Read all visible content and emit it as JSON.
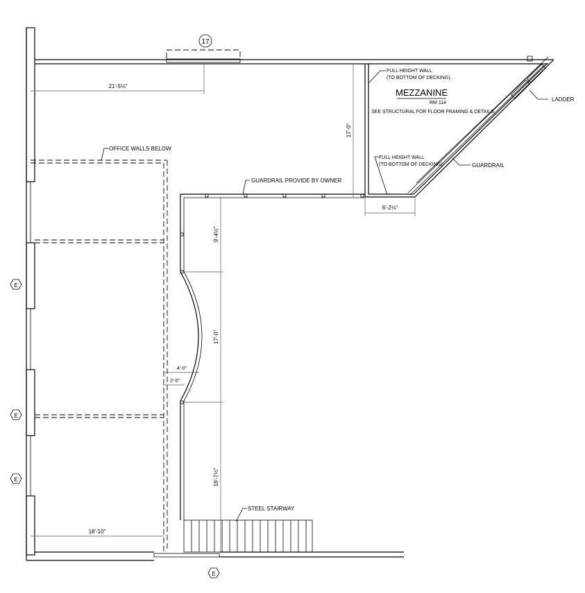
{
  "drawing": {
    "grid_tag": "17",
    "elevation_tag": "E",
    "room": {
      "name": "MEZZANINE",
      "number": "RM 114"
    },
    "notes": {
      "structural": "SEE STRUCTURAL FOR FLOOR FRAMING & DETAILS.",
      "full_height_wall_1": "FULL HEIGHT WALL",
      "full_height_wall_1b": "(TO BOTTOM OF DECKING).",
      "full_height_wall_2": "FULL HEIGHT WALL",
      "full_height_wall_2b": "(TO BOTTOM OF DECKING).",
      "ladder": "LADDER",
      "guardrail": "GUARDRAIL",
      "guardrail_owner": "GUARDRAIL PROVIDE BY OWNER",
      "office_walls": "OFFICE WALLS BELOW",
      "stairway": "STEEL STAIRWAY"
    },
    "dimensions": {
      "top_width": "21'-5½\"",
      "mezz_height": "17'-0\"",
      "mezz_bottom": "6'-2⅛\"",
      "rail_upper": "9'-4½\"",
      "rail_curve": "17'-0\"",
      "rail_lower": "18'-7½\"",
      "curve_depth": "4'-0\"",
      "curve_offset": "2'-0\"",
      "bottom_width": "18'-10\""
    }
  }
}
